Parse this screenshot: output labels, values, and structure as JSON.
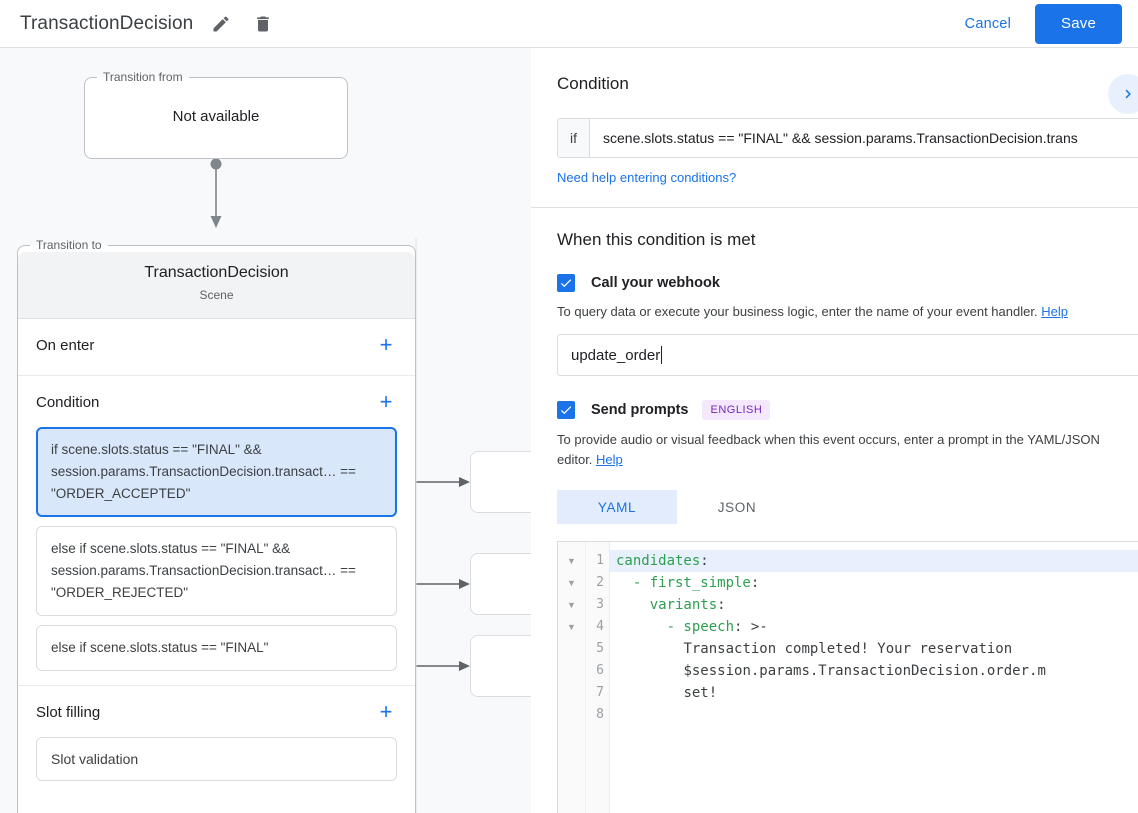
{
  "topbar": {
    "title": "TransactionDecision",
    "edit_icon": "pencil-icon",
    "delete_icon": "trash-icon",
    "cancel_label": "Cancel",
    "save_label": "Save",
    "accent_color": "#1a73e8"
  },
  "canvas": {
    "transition_from": {
      "legend": "Transition from",
      "value": "Not available"
    },
    "transition_to": {
      "legend": "Transition to",
      "title": "TransactionDecision",
      "subtitle": "Scene"
    },
    "sections": [
      {
        "title": "On enter",
        "add_label": "+"
      },
      {
        "title": "Condition",
        "add_label": "+"
      },
      {
        "title": "Slot filling",
        "add_label": "+"
      }
    ],
    "conditions": [
      {
        "text": "if scene.slots.status == \"FINAL\" && session.params.TransactionDecision.transact… == \"ORDER_ACCEPTED\"",
        "selected": true
      },
      {
        "text": "else if scene.slots.status == \"FINAL\" && session.params.TransactionDecision.transact… == \"ORDER_REJECTED\"",
        "selected": false
      },
      {
        "text": "else if scene.slots.status == \"FINAL\"",
        "selected": false
      }
    ],
    "slot_filling_items": [
      "Slot validation"
    ]
  },
  "panel": {
    "title": "Condition",
    "expand_icon": "chevron-right-icon",
    "condition": {
      "prefix": "if",
      "value": "scene.slots.status == \"FINAL\" && session.params.TransactionDecision.trans",
      "help_link": "Need help entering conditions?"
    },
    "when_met_title": "When this condition is met",
    "webhook": {
      "checkbox_label": "Call your webhook",
      "checked": true,
      "description": "To query data or execute your business logic, enter the name of your event handler.",
      "help_label": "Help",
      "handler_value": "update_order"
    },
    "prompts": {
      "checkbox_label": "Send prompts",
      "checked": true,
      "badge": "ENGLISH",
      "badge_bg": "#f3e8fd",
      "badge_color": "#7627bb",
      "description": "To provide audio or visual feedback when this event occurs, enter a prompt in the YAML/JSON editor.",
      "help_label": "Help",
      "tabs": [
        {
          "label": "YAML",
          "active": true
        },
        {
          "label": "JSON",
          "active": false
        }
      ]
    },
    "editor": {
      "line_numbers": [
        "1",
        "2",
        "3",
        "4",
        "5",
        "6",
        "7",
        "8"
      ],
      "fold_rows": [
        true,
        true,
        true,
        true,
        false,
        false,
        false,
        false
      ],
      "active_line": 1,
      "lines": [
        {
          "indent": "",
          "key": "candidates",
          "punct": ":",
          "rest": ""
        },
        {
          "indent": "  ",
          "key": "- first_simple",
          "punct": ":",
          "rest": ""
        },
        {
          "indent": "    ",
          "key": "variants",
          "punct": ":",
          "rest": ""
        },
        {
          "indent": "      ",
          "key": "- speech",
          "punct": ": >-",
          "rest": ""
        },
        {
          "indent": "        ",
          "key": "",
          "punct": "",
          "rest": "Transaction completed! Your reservation"
        },
        {
          "indent": "        ",
          "key": "",
          "punct": "",
          "rest": "$session.params.TransactionDecision.order.m"
        },
        {
          "indent": "        ",
          "key": "",
          "punct": "",
          "rest": "set!"
        },
        {
          "indent": "",
          "key": "",
          "punct": "",
          "rest": ""
        }
      ]
    }
  }
}
